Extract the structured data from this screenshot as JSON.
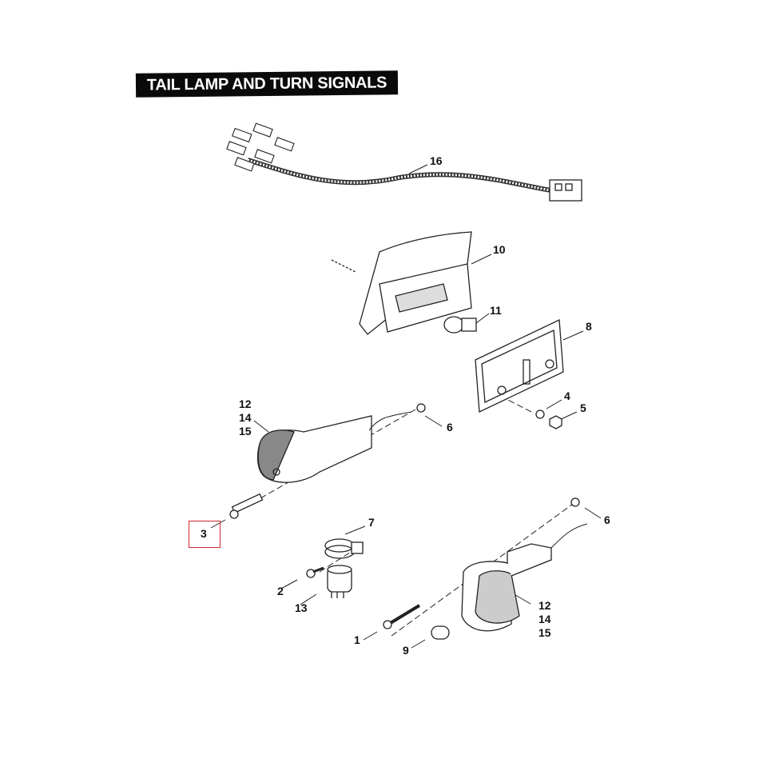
{
  "title": "TAIL LAMP AND TURN SIGNALS",
  "highlight_color": "#d0262e",
  "highlighted_callout": "3",
  "callouts": {
    "c16": "16",
    "c10": "10",
    "c11": "11",
    "c8": "8",
    "c4": "4",
    "c5": "5",
    "c6a": "6",
    "c12a": "12",
    "c14a": "14",
    "c15a": "15",
    "c3": "3",
    "c7": "7",
    "c2": "2",
    "c13": "13",
    "c1": "1",
    "c9": "9",
    "c6b": "6",
    "c12b": "12",
    "c14b": "14",
    "c15b": "15"
  }
}
